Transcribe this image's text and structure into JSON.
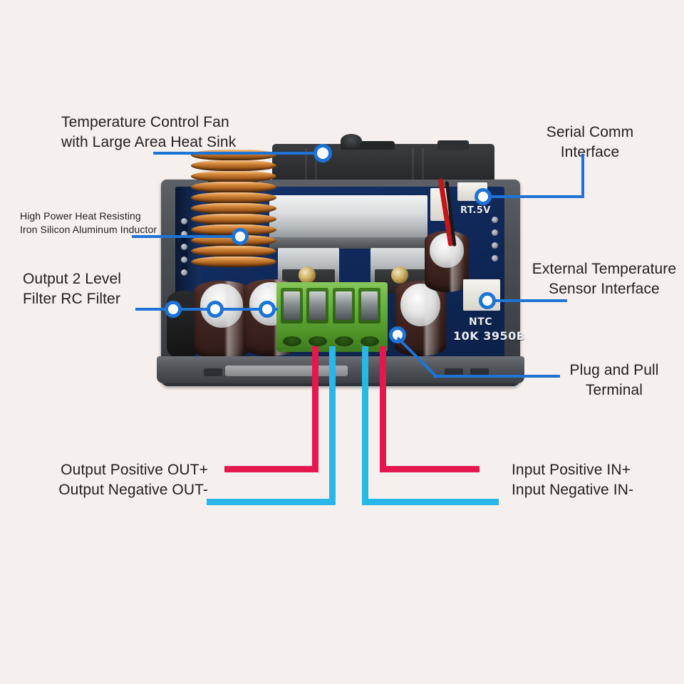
{
  "meta": {
    "figure_type": "annotated-product-photo",
    "subject": "DC-DC buck converter power supply module (board internals)",
    "background_color": "#f5efed",
    "callout_color": "#1d74d6",
    "positive_wire_color": "#e2184e",
    "negative_wire_color": "#29b6e8"
  },
  "annotations": [
    {
      "id": "fan-heatsink",
      "label_line1": "Temperature Control Fan",
      "label_line2": "with Large Area Heat Sink",
      "side": "left",
      "size": "normal"
    },
    {
      "id": "inductor",
      "label_line1": "High Power Heat Resisting",
      "label_line2": "Iron Silicon Aluminum Inductor",
      "side": "left",
      "size": "small"
    },
    {
      "id": "rc-filter",
      "label_line1": "Output 2 Level",
      "label_line2": "Filter RC Filter",
      "side": "left",
      "size": "normal"
    },
    {
      "id": "serial-comm",
      "label_line1": "Serial Comm",
      "label_line2": "Interface",
      "side": "right",
      "size": "normal"
    },
    {
      "id": "temp-sensor",
      "label_line1": "External Temperature",
      "label_line2": "Sensor Interface",
      "side": "right",
      "size": "normal"
    },
    {
      "id": "plug-terminal",
      "label_line1": "Plug and Pull",
      "label_line2": "Terminal",
      "side": "right",
      "size": "normal"
    }
  ],
  "wire_labels": {
    "output": {
      "positive": "Output Positive OUT+",
      "negative": "Output Negative OUT-"
    },
    "input": {
      "positive": "Input Positive IN+",
      "negative": "Input Negative IN-"
    }
  },
  "board_markings": {
    "rt_5v": "RT.5V",
    "ntc_line1": "NTC",
    "ntc_line2": "10K 3950B"
  }
}
